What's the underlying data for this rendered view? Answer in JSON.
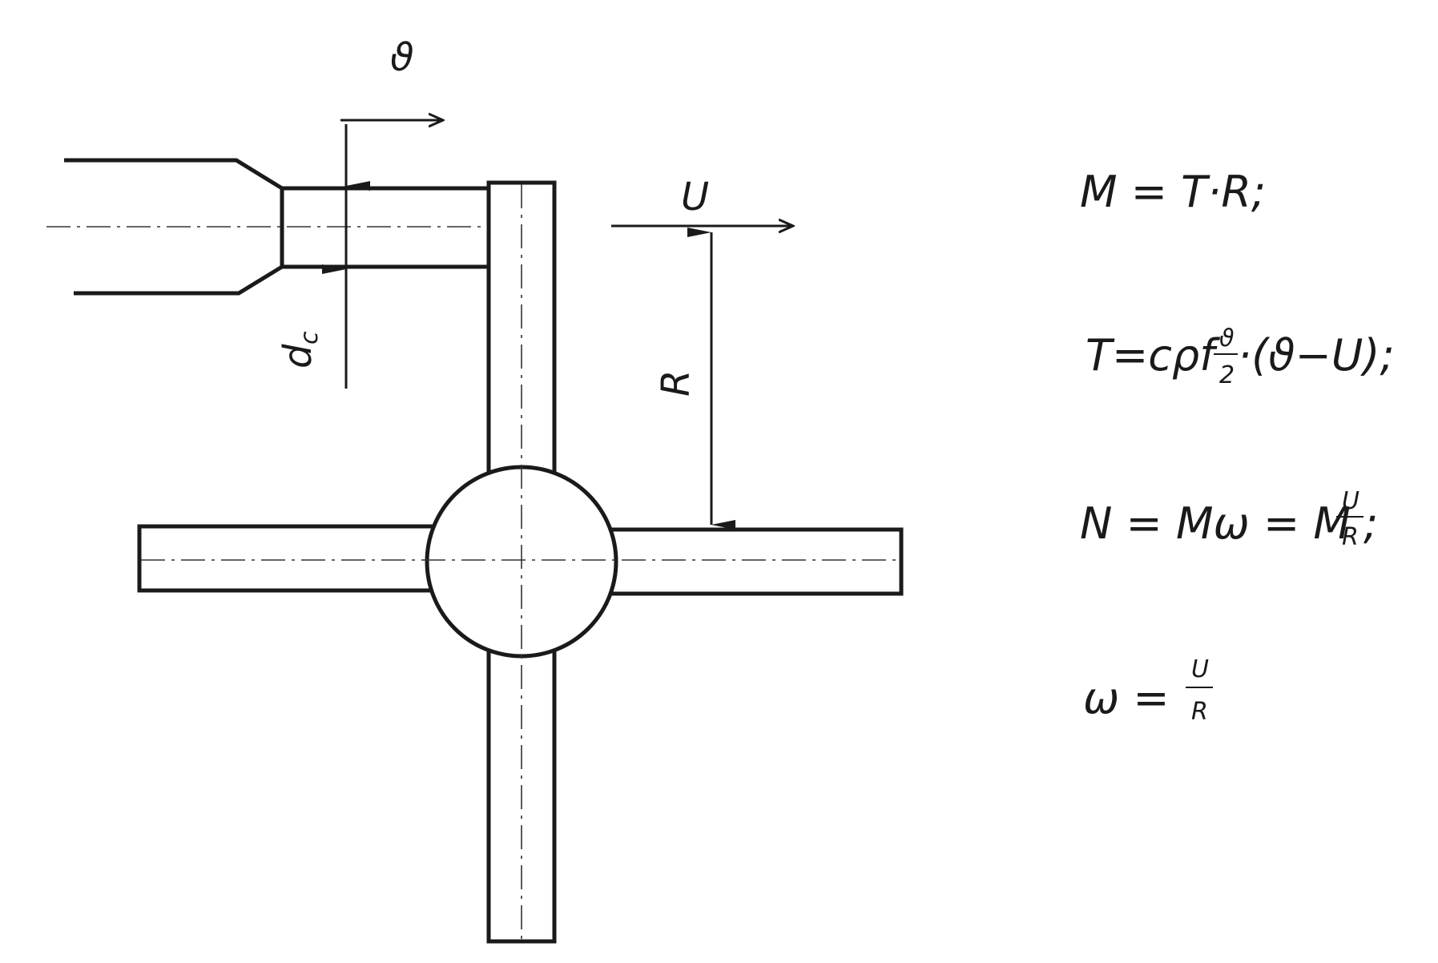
{
  "labels": {
    "jet_velocity": "ϑ",
    "nozzle_diameter": "d",
    "nozzle_diameter_sub": "c",
    "rim_velocity": "U",
    "radius": "R"
  },
  "equations": {
    "eq1": "M = T·R;",
    "eq2_lhs": "T=cρf",
    "eq2_num": "ϑ",
    "eq2_den": "2",
    "eq2_rhs": "·(ϑ−U);",
    "eq3_lhs": "N = Mω = M",
    "eq3_num": "U",
    "eq3_den": "R",
    "eq3_end": ";",
    "eq4_lhs": "ω =",
    "eq4_num": "U",
    "eq4_den": "R"
  },
  "colors": {
    "ink": "#1a1a1a",
    "background": "#ffffff"
  }
}
